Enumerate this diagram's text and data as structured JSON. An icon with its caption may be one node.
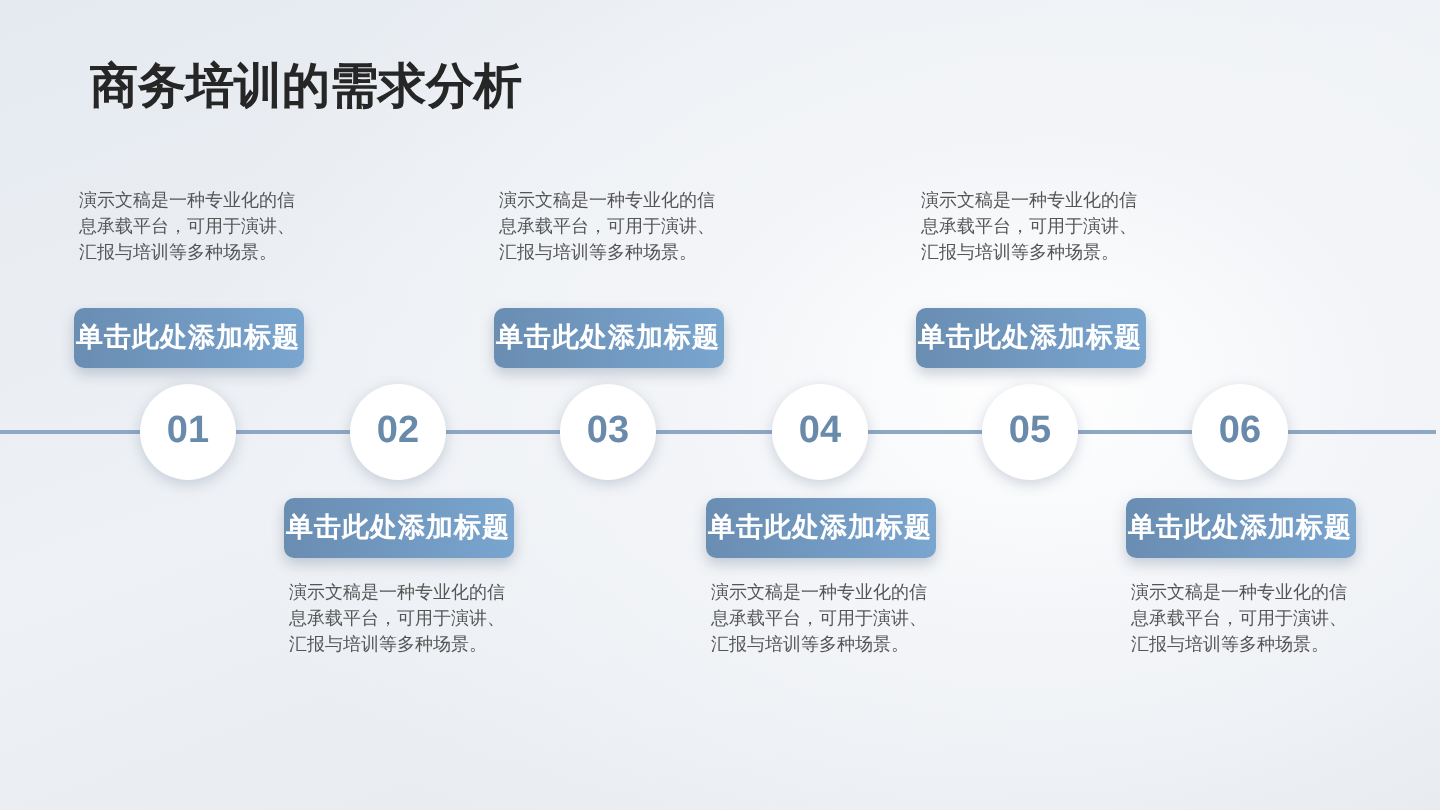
{
  "diagram": {
    "title": "商务培训的需求分析",
    "nodes": [
      {
        "text": [
          "01"
        ]
      },
      {
        "text": [
          "02"
        ]
      },
      {
        "text": [
          "03"
        ]
      },
      {
        "text": [
          "04"
        ]
      },
      {
        "text": [
          "05"
        ]
      },
      {
        "text": [
          "06"
        ]
      },
      {
        "text": [
          "单击此处添加标题"
        ],
        "beside": [
          "演示文稿是一种专业化的信息承载平台，可用于演讲、汇报与培训等多种场景。"
        ]
      },
      {
        "text": [
          "单击此处添加标题"
        ],
        "beside": [
          "演示文稿是一种专业化的信息承载平台，可用于演讲、汇报与培训等多种场景。"
        ]
      },
      {
        "text": [
          "单击此处添加标题"
        ],
        "beside": [
          "演示文稿是一种专业化的信息承载平台，可用于演讲、汇报与培训等多种场景。"
        ]
      },
      {
        "text": [
          "单击此处添加标题"
        ],
        "beside": [
          "演示文稿是一种专业化的信息承载平台，可用于演讲、汇报与培训等多种场景。"
        ]
      },
      {
        "text": [
          "单击此处添加标题"
        ],
        "beside": [
          "演示文稿是一种专业化的信息承载平台，可用于演讲、汇报与培训等多种场景。"
        ]
      },
      {
        "text": [
          "单击此处添加标题"
        ],
        "beside": [
          "演示文稿是一种专业化的信息承载平台，可用于演讲、汇报与培训等多种场景。"
        ]
      }
    ],
    "edges": [
      {
        "from": null,
        "to": 0,
        "arrow": "none"
      },
      {
        "from": 0,
        "to": 1,
        "arrow": "none"
      },
      {
        "from": 1,
        "to": 2,
        "arrow": "none"
      },
      {
        "from": 2,
        "to": 3,
        "arrow": "none"
      },
      {
        "from": 3,
        "to": 4,
        "arrow": "none"
      },
      {
        "from": 4,
        "to": 5,
        "arrow": "none"
      },
      {
        "from": 5,
        "to": null,
        "arrow": "none"
      }
    ]
  }
}
